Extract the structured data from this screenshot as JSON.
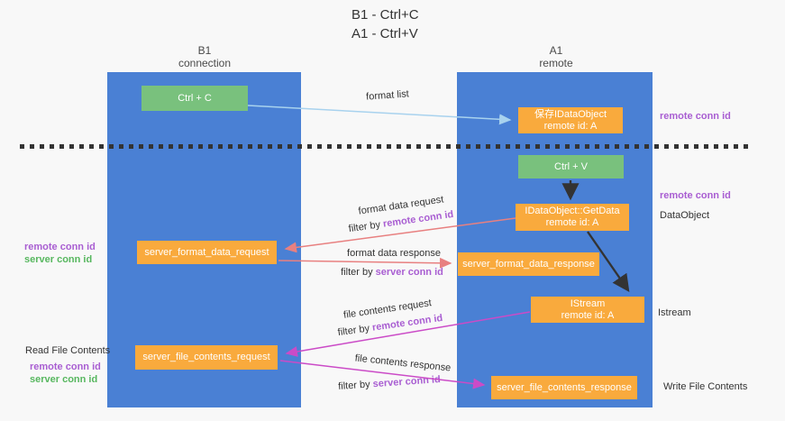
{
  "title": {
    "line1": "B1 - Ctrl+C",
    "line2": "A1 - Ctrl+V"
  },
  "columns": {
    "left": {
      "name": "B1",
      "role": "connection"
    },
    "right": {
      "name": "A1",
      "role": "remote"
    }
  },
  "boxes": {
    "ctrl_c": {
      "label": "Ctrl + C"
    },
    "save_dataobject": {
      "line1": "保存IDataObject",
      "line2": "remote id: A"
    },
    "ctrl_v": {
      "label": "Ctrl + V"
    },
    "getdata": {
      "line1": "IDataObject::GetData",
      "line2": "remote id: A"
    },
    "format_request": {
      "label": "server_format_data_request"
    },
    "format_response": {
      "label": "server_format_data_response"
    },
    "istream": {
      "line1": "IStream",
      "line2": "remote id: A"
    },
    "file_request": {
      "label": "server_file_contents_request"
    },
    "file_response": {
      "label": "server_file_contents_response"
    }
  },
  "flow_labels": {
    "format_list": "format list",
    "format_request_title": "format data request",
    "format_response_title": "format data response",
    "file_request_title": "file contents request",
    "file_response_title": "file contents response",
    "filter_prefix": "filter by",
    "remote_key": "remote conn id",
    "server_key": "server conn id"
  },
  "side_labels": {
    "remote_conn_id_top_right": "remote conn id",
    "remote_conn_id_mid_right": "remote conn id",
    "dataobject": "DataObject",
    "istream": "Istream",
    "write_file_contents": "Write File Contents",
    "remote_conn_id_left": "remote conn id",
    "server_conn_id_left": "server conn id",
    "read_file_contents": "Read File Contents",
    "remote_conn_id_left_bottom": "remote conn id",
    "server_conn_id_left_bottom": "server conn id"
  },
  "colors": {
    "background": "#f8f8f8",
    "column_blue": "#4a80d4",
    "box_green": "#79c17d",
    "box_orange": "#f9aa3d",
    "key_purple": "#a95ed2",
    "key_green": "#57b75f",
    "arrow_salmon": "#e88080",
    "arrow_magenta": "#cb4bc7",
    "arrow_lightblue": "#a8d2ee",
    "ink_dark": "#333333"
  }
}
